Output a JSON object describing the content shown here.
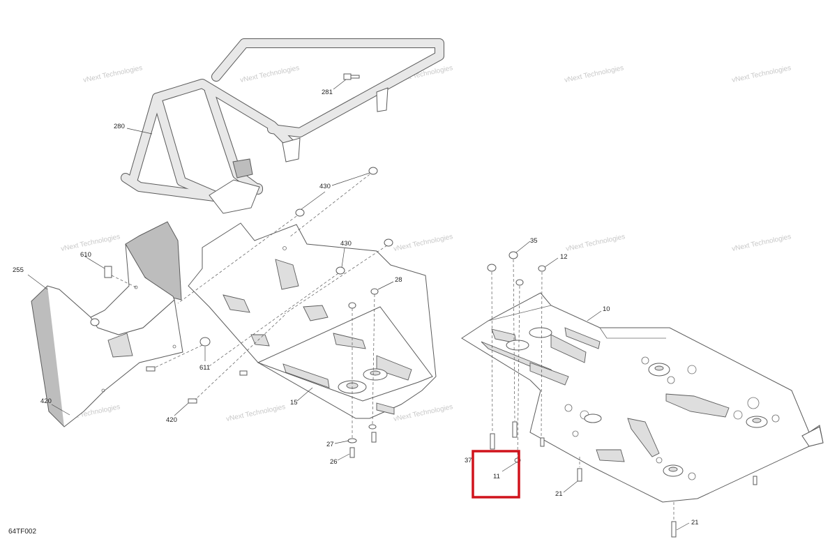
{
  "drawing_code": "64TF002",
  "watermark": "vNext Technologies",
  "highlight_color": "#d0131c",
  "callouts": {
    "c280": "280",
    "c281": "281",
    "c430a": "430",
    "c430b": "430",
    "c255": "255",
    "c610": "610",
    "c611": "611",
    "c420a": "420",
    "c420b": "420",
    "c15": "15",
    "c28": "28",
    "c27": "27",
    "c26": "26",
    "c35": "35",
    "c12": "12",
    "c10": "10",
    "c37": "37",
    "c11": "11",
    "c21a": "21",
    "c21b": "21"
  }
}
